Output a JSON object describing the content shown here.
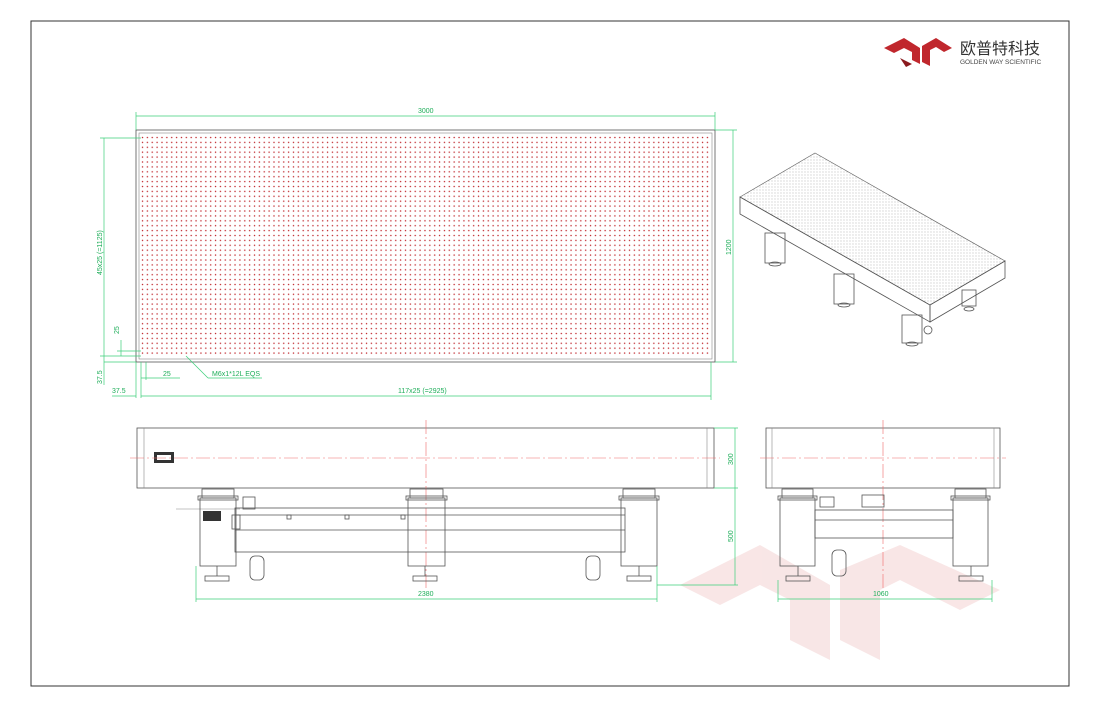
{
  "brand": {
    "name_cn": "欧普特科技",
    "name_en": "GOLDEN WAY SCIENTIFIC",
    "color": "#c0272d"
  },
  "top_view": {
    "length": "3000",
    "width": "1200",
    "hole_rows": "45x25 (=1125)",
    "hole_cols": "117x25 (=2925)",
    "pitch_x": "25",
    "pitch_y": "25",
    "edge_x": "37.5",
    "edge_y": "37.5",
    "hole_spec": "M6x1*12L EQS",
    "hole_color": "#c0272d"
  },
  "front_view": {
    "leg_span": "2380",
    "plate_height": "300",
    "leg_height": "500"
  },
  "side_view": {
    "leg_span": "1060"
  }
}
